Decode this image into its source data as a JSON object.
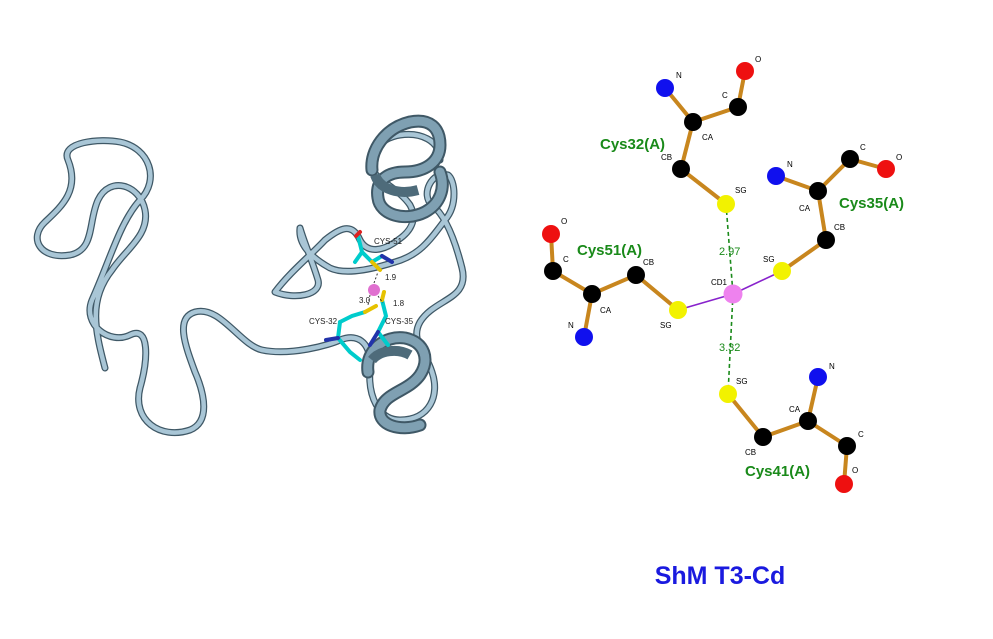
{
  "caption": "ShM T3-Cd",
  "colors": {
    "ribbon": "#8fb3c6",
    "helix_dark": "#4e6b7a",
    "bond": "#c8861e",
    "carbon": "#000000",
    "nitrogen": "#1010ee",
    "oxygen": "#ee1010",
    "sulfur": "#f2f200",
    "cadmium": "#ee82ee",
    "metal_bond": "#8822cc",
    "hbond": "#1a8a1a",
    "caption": "#1a1adf"
  },
  "structure_labels": {
    "cys51": "CYS-51",
    "cys32": "CYS-32",
    "cys35": "CYS-35",
    "dist_51": "1.9",
    "dist_32": "3.0",
    "dist_35": "1.8"
  },
  "ligplot": {
    "metal_label": "CD1",
    "residues": {
      "cys32": "Cys32(A)",
      "cys35": "Cys35(A)",
      "cys51": "Cys51(A)",
      "cys41": "Cys41(A)"
    },
    "distances": {
      "upper": "2.97",
      "lower": "3.32"
    },
    "atoms": {
      "n": "N",
      "ca": "CA",
      "c": "C",
      "o": "O",
      "cb": "CB",
      "sg": "SG"
    }
  }
}
